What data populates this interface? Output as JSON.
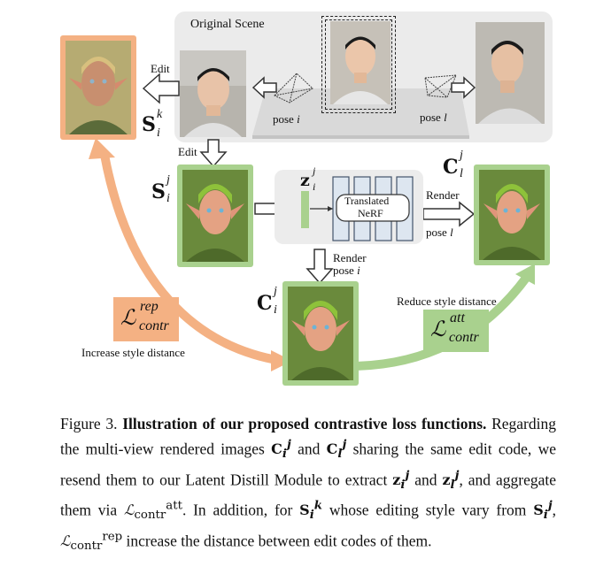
{
  "figure": {
    "scene_title": "Original Scene",
    "edit_label_top": "Edit",
    "edit_label_down": "Edit",
    "pose_i": "pose",
    "pose_i_var": "i",
    "pose_l": "pose",
    "pose_l_var": "l",
    "translated_nerf_line1": "Translated",
    "translated_nerf_line2": "NeRF",
    "render_right": "Render",
    "render_right_pose": "pose",
    "render_right_var": "l",
    "render_down": "Render",
    "render_down_pose": "pose",
    "render_down_var": "i",
    "reduce_style": "Reduce style distance",
    "increase_style": "Increase style distance",
    "sym_S": "S",
    "sym_C": "C",
    "sym_z": "z",
    "sub_i": "i",
    "sub_l": "l",
    "sup_k": "k",
    "sup_j": "j",
    "loss_L": "ℒ",
    "loss_rep": "rep",
    "loss_att": "att",
    "loss_contr": "contr"
  },
  "caption": {
    "prefix": "Figure 3.",
    "bold": "Illustration of our proposed contrastive loss functions.",
    "t1": "Regarding the multi-view rendered images",
    "t2": "and",
    "t3": "sharing the same edit code, we resend them to our Latent Distill Module to extract",
    "t4": "and",
    "t5": ", and aggregate them via",
    "t6": ". In addition, for",
    "t7": "whose editing style vary from",
    "t8": ",",
    "t9": "increase the distance between edit codes of them."
  },
  "colors": {
    "orange": "#f4b183",
    "orange_border": "#f0a070",
    "green": "#a9d18e",
    "green_dark": "#8fc06a",
    "nerf_block": "#dde6f0",
    "nerf_border": "#44546a"
  }
}
